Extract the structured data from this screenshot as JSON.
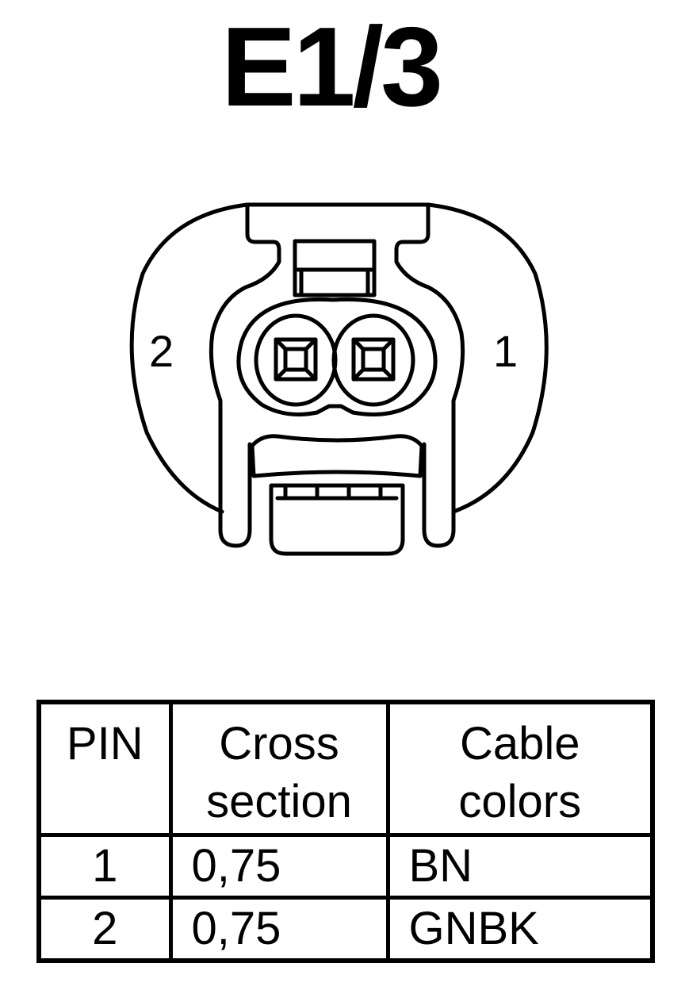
{
  "title": "E1/3",
  "connector": {
    "pin_labels": {
      "left": "2",
      "right": "1"
    }
  },
  "table": {
    "headers": {
      "pin": "PIN",
      "cross_section": [
        "Cross",
        "section"
      ],
      "cable_colors": [
        "Cable",
        "colors"
      ]
    },
    "rows": [
      {
        "pin": "1",
        "cross_section": "0,75",
        "cable_color": "BN"
      },
      {
        "pin": "2",
        "cross_section": "0,75",
        "cable_color": "GNBK"
      }
    ]
  }
}
